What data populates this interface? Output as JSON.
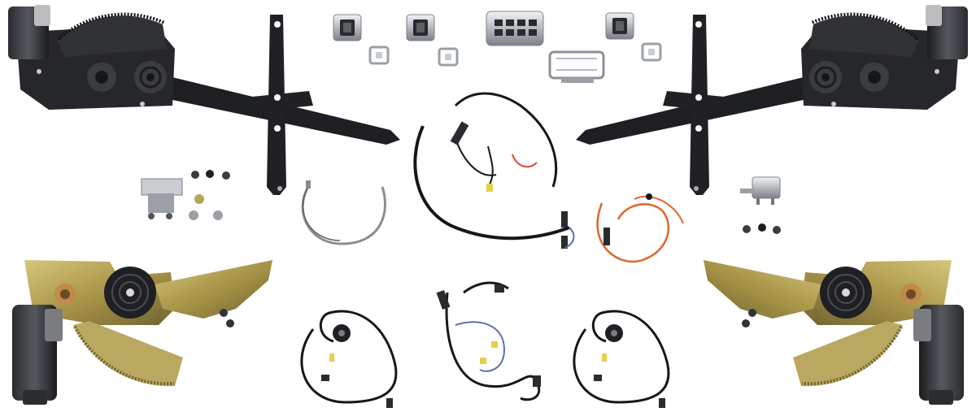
{
  "colors": {
    "background": "#ffffff",
    "regulator_black": "#1c1d20",
    "regulator_gray": "#3a3c40",
    "chrome": "#c9ccd1",
    "chrome_dark": "#7d8187",
    "gold_zinc": "#b8a45a",
    "gold_dark": "#6f6330",
    "wire_black": "#16171a",
    "wire_red": "#d9482b",
    "wire_orange": "#e0652e",
    "wire_blue": "#5a6fb3",
    "wire_yellow": "#e6cf4a",
    "wire_gray": "#8a8d90"
  },
  "parts": [
    "front-window-regulator-left",
    "front-window-regulator-right",
    "rear-window-regulator-left",
    "rear-window-regulator-right",
    "window-switch",
    "window-switch-bezel",
    "master-switch",
    "master-switch-bezel",
    "circuit-breaker",
    "relay",
    "main-wiring-harness",
    "door-harness",
    "relay-harness",
    "jumper-cable",
    "rear-door-harness",
    "mounting-hardware"
  ]
}
